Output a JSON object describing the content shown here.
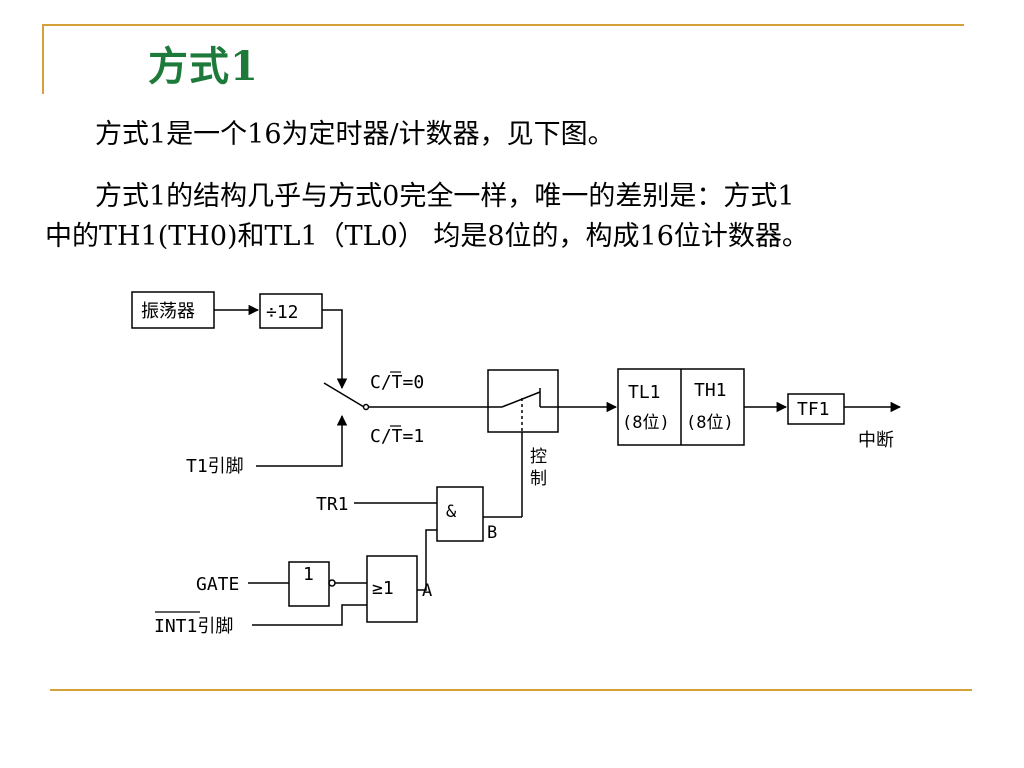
{
  "slide": {
    "title": "方式1",
    "para1": "方式1是一个16为定时器/计数器，见下图。",
    "para2_line1": "方式1的结构几乎与方式0完全一样，唯一的差别是：方式1",
    "para2_line2": "中的TH1(TH0)和TL1（TL0） 均是8位的，构成16位计数器。",
    "accent_color": "#d4a13a",
    "title_color": "#1d7a3a"
  },
  "diagram": {
    "oscillator": "振荡器",
    "divider": "÷12",
    "ct0": "C/T=0",
    "ct1": "C/T=1",
    "t1_pin": "T1引脚",
    "control_1": "控",
    "control_2": "制",
    "tl1": "TL1",
    "tl1_bits": "(8位)",
    "th1": "TH1",
    "th1_bits": "(8位)",
    "tf1": "TF1",
    "interrupt": "中断",
    "tr1": "TR1",
    "and_gate": "&",
    "node_b": "B",
    "gate": "GATE",
    "not_gate": "1",
    "or_gate": "≥1",
    "node_a": "A",
    "int1_pin": "INT1引脚"
  }
}
